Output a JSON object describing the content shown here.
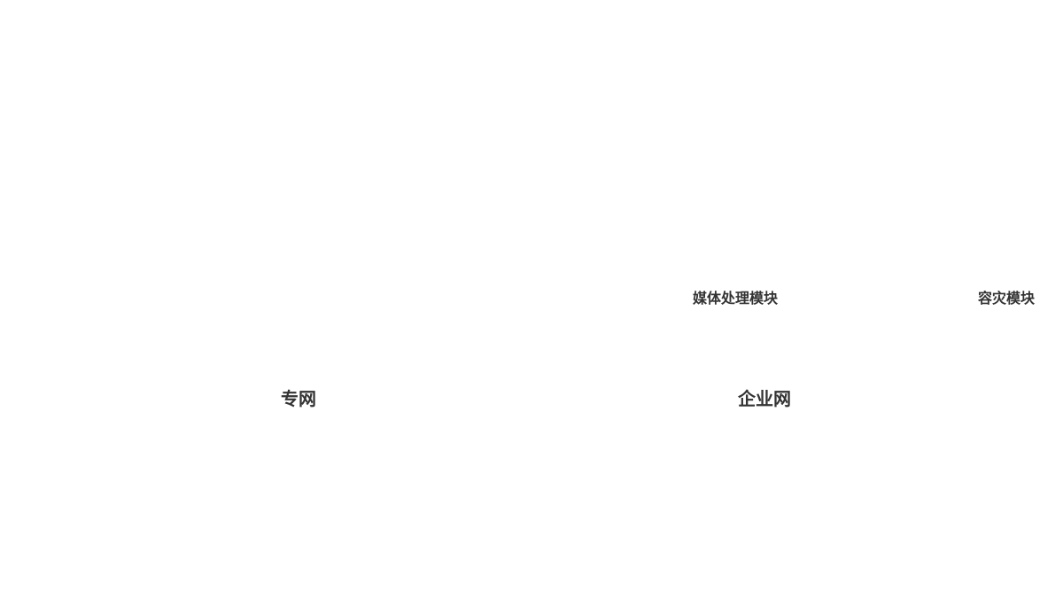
{
  "diagram": {
    "modules": {
      "media_processing": "媒体处理模块",
      "disaster_recovery": "容灾模块"
    },
    "networks": {
      "private_network": "专网",
      "enterprise_network": "企业网"
    }
  },
  "colors": {
    "background": "#ffffff",
    "text": "#333333"
  }
}
